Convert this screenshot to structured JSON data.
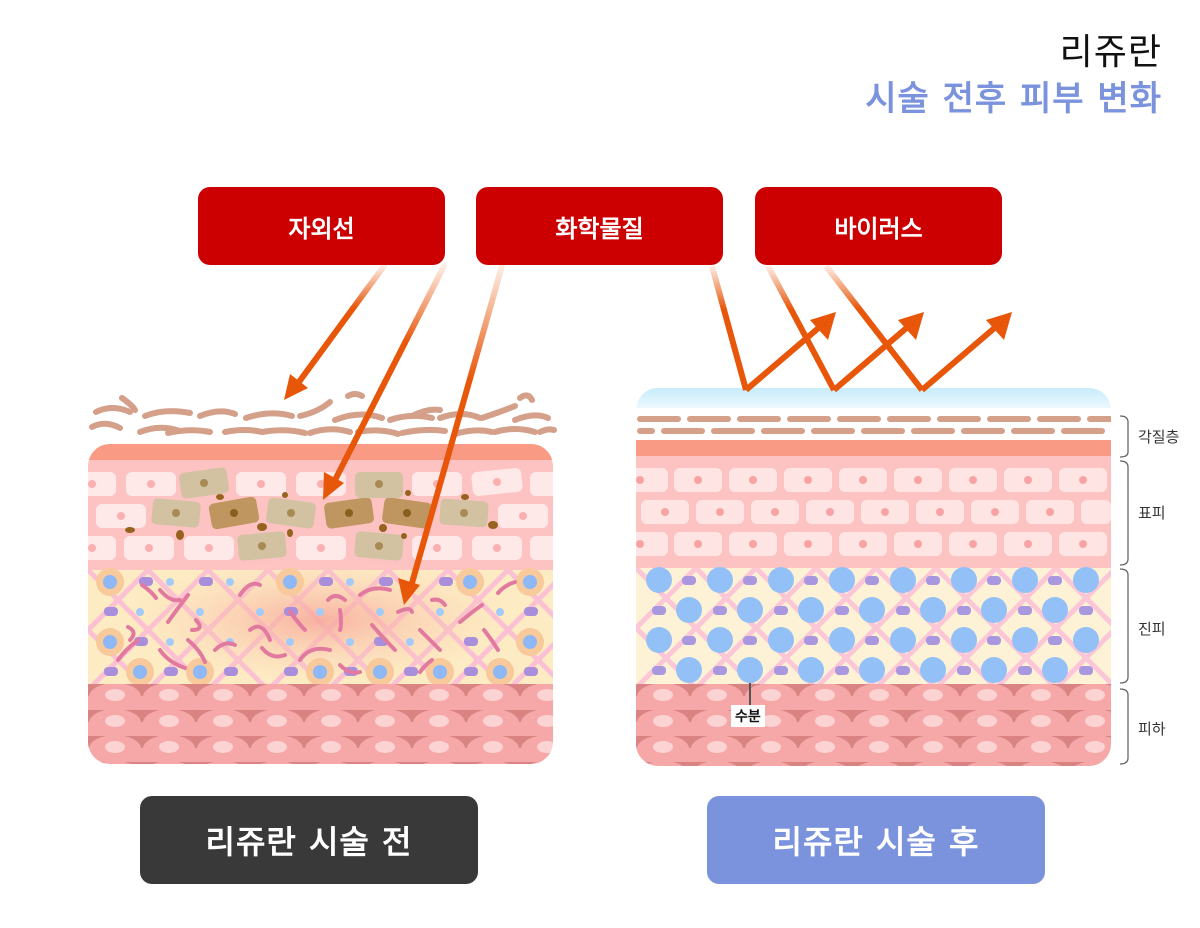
{
  "header": {
    "title_line1": "리쥬란",
    "title_line2": "시술 전후 피부 변화",
    "accent_color": "#7b93dc"
  },
  "causes": [
    {
      "label": "자외선",
      "color": "#cc0000"
    },
    {
      "label": "화학물질",
      "color": "#cc0000"
    },
    {
      "label": "바이러스",
      "color": "#cc0000"
    }
  ],
  "panels": {
    "before": {
      "caption": "리쥬란 시술 전",
      "caption_color": "#393939",
      "state": "damaged skin: scattered stratum corneum, pigmented cells, broken collagen"
    },
    "after": {
      "caption": "리쥬란 시술 후",
      "caption_color": "#7b93dc",
      "state": "healthy skin: aligned stratum corneum, moisture cells, arrows reflected",
      "moisture_label": "수분"
    }
  },
  "layer_labels": [
    {
      "label": "각질층"
    },
    {
      "label": "표피"
    },
    {
      "label": "진피"
    },
    {
      "label": "피하"
    }
  ],
  "colors": {
    "arrow": "#e8560a",
    "stratum": "#d4a08a",
    "epidermis_top": "#f89a84",
    "epidermis": "#fdc3c3",
    "cell": "#ffe4e4",
    "dermis_bg": "#fdf0d2",
    "collagen_net": "#fbc6d6",
    "moisture": "#94c0f8",
    "fibroblast": "#a997e0",
    "subcutis": "#f6a8a8"
  }
}
